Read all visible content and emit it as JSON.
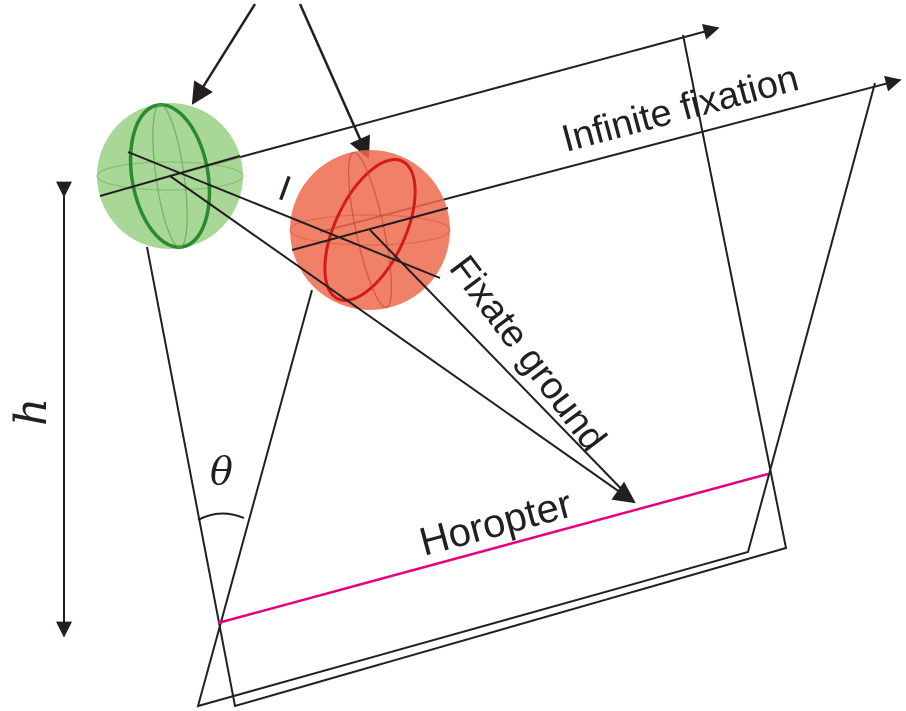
{
  "labels": {
    "infinite_fixation": "Infinite fixation",
    "fixate_ground": "Fixate ground",
    "horopter": "Horopter",
    "height": "h",
    "angle": "θ",
    "interocular": "I"
  },
  "colors": {
    "ink": "#231f20",
    "left_eye_fill": "#8cc975",
    "left_eye_ring": "#2a8a2e",
    "right_eye_fill": "#ee6a4e",
    "right_eye_ring": "#d31a1a",
    "horopter": "#e6007e"
  }
}
